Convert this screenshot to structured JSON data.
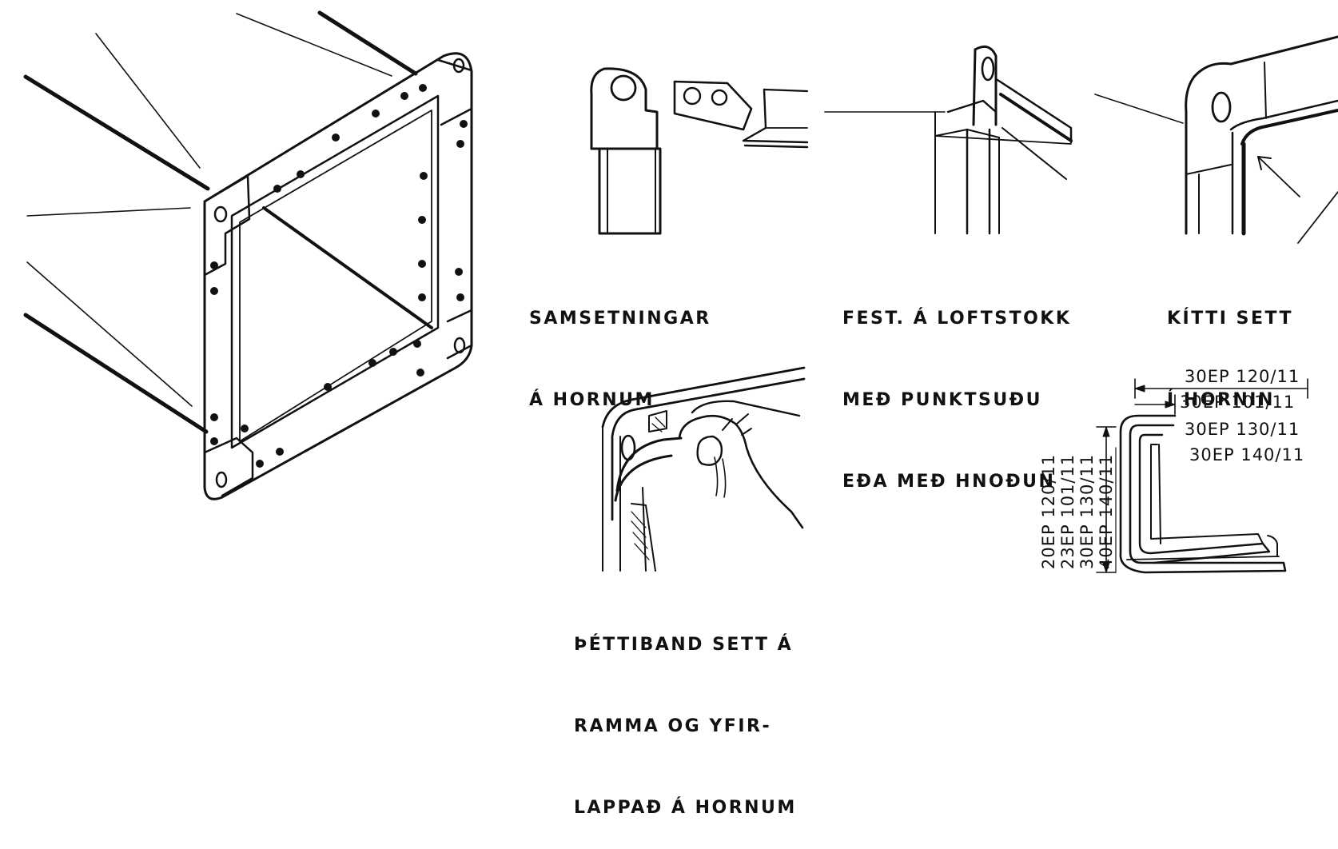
{
  "labels": {
    "corner_joints": [
      "SAMSETNINGAR",
      "Á HORNUM"
    ],
    "fastening": [
      "FEST. Á LOFTSTOKK",
      "MEÐ PUNKTSUÐU",
      "EÐA MEÐ HNOÐUN"
    ],
    "putty": [
      "KÍTTI SETT",
      "Í HORNIN"
    ],
    "sealing_strip": [
      "ÞÉTTIBAND SETT Á",
      "RAMMA OG YFIR-",
      "LAPPAÐ Á HORNUM"
    ]
  },
  "profile_dims": {
    "horizontal": [
      "30EP 120/11",
      "30EP 101/11",
      "30EP 130/11",
      "30EP 140/11"
    ],
    "vertical": [
      "20EP 120/11",
      "23EP 101/11",
      "30EP 130/11",
      "40EP 140/11"
    ]
  },
  "colors": {
    "ink": "#111111",
    "paper": "#ffffff"
  }
}
